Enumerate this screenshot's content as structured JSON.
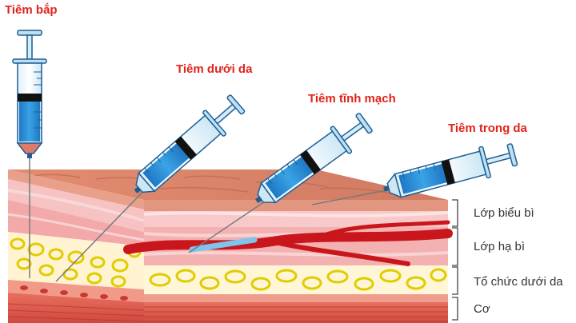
{
  "injection_methods": [
    {
      "id": "intramuscular",
      "label": "Tiêm bắp"
    },
    {
      "id": "subcutaneous",
      "label": "Tiêm dưới da"
    },
    {
      "id": "intravenous",
      "label": "Tiêm tĩnh mạch"
    },
    {
      "id": "intradermal",
      "label": "Tiêm trong da"
    }
  ],
  "skin_layers": [
    {
      "id": "epidermis",
      "label": "Lớp biểu bì"
    },
    {
      "id": "dermis",
      "label": "Lớp hạ bì"
    },
    {
      "id": "subcutaneous-tissue",
      "label": "Tổ chức dưới da"
    },
    {
      "id": "muscle",
      "label": "Cơ"
    }
  ],
  "colors": {
    "label_red": "#e2231a",
    "syringe_fluid": "#2b8fd6",
    "skin_top": "#d9826a",
    "dermis": "#f4b3b3",
    "fat": "#fff6d8",
    "fat_cell": "#e8d400",
    "muscle": "#e2584d",
    "vein": "#c9161c"
  }
}
